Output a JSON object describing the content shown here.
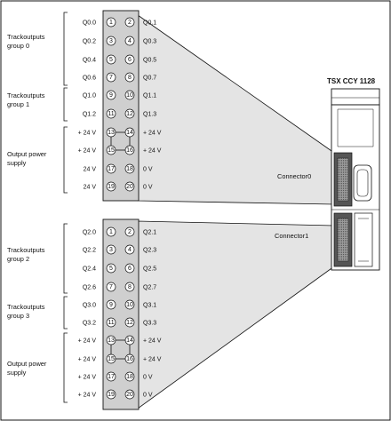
{
  "module_title": "TSX CCY 1128",
  "connector_labels": [
    "Connector0",
    "Connector1"
  ],
  "connector0": {
    "groups": [
      {
        "label_lines": [
          "Trackoutputs",
          "group 0"
        ]
      },
      {
        "label_lines": [
          "Trackoutputs",
          "group 1"
        ]
      },
      {
        "label_lines": [
          "Output power",
          "supply"
        ]
      }
    ],
    "rows": [
      {
        "left": "Q0.0",
        "pins": [
          "1",
          "2"
        ],
        "right": "Q0.1"
      },
      {
        "left": "Q0.2",
        "pins": [
          "3",
          "4"
        ],
        "right": "Q0.3"
      },
      {
        "left": "Q0.4",
        "pins": [
          "5",
          "6"
        ],
        "right": "Q0.5"
      },
      {
        "left": "Q0.6",
        "pins": [
          "7",
          "8"
        ],
        "right": "Q0.7"
      },
      {
        "left": "Q1.0",
        "pins": [
          "9",
          "10"
        ],
        "right": "Q1.1"
      },
      {
        "left": "Q1.2",
        "pins": [
          "11",
          "12"
        ],
        "right": "Q1.3"
      },
      {
        "left": "+ 24 V",
        "pins": [
          "13",
          "14"
        ],
        "right": "+ 24 V"
      },
      {
        "left": "+ 24 V",
        "pins": [
          "15",
          "16"
        ],
        "right": "+ 24 V"
      },
      {
        "left": "24 V",
        "pins": [
          "17",
          "18"
        ],
        "right": "0 V"
      },
      {
        "left": "24 V",
        "pins": [
          "19",
          "20"
        ],
        "right": "0 V"
      }
    ]
  },
  "connector1": {
    "groups": [
      {
        "label_lines": [
          "Trackoutputs",
          "group 2"
        ]
      },
      {
        "label_lines": [
          "Trackoutputs",
          "group 3"
        ]
      },
      {
        "label_lines": [
          "Output power",
          "supply"
        ]
      }
    ],
    "rows": [
      {
        "left": "Q2.0",
        "pins": [
          "1",
          "2"
        ],
        "right": "Q2.1"
      },
      {
        "left": "Q2.2",
        "pins": [
          "3",
          "4"
        ],
        "right": "Q2.3"
      },
      {
        "left": "Q2.4",
        "pins": [
          "5",
          "6"
        ],
        "right": "Q2.5"
      },
      {
        "left": "Q2.6",
        "pins": [
          "7",
          "8"
        ],
        "right": "Q2.7"
      },
      {
        "left": "Q3.0",
        "pins": [
          "9",
          "10"
        ],
        "right": "Q3.1"
      },
      {
        "left": "Q3.2",
        "pins": [
          "11",
          "12"
        ],
        "right": "Q3.3"
      },
      {
        "left": "+ 24 V",
        "pins": [
          "13",
          "14"
        ],
        "right": "+ 24 V"
      },
      {
        "left": "+ 24 V",
        "pins": [
          "15",
          "16"
        ],
        "right": "+ 24 V"
      },
      {
        "left": "+ 24 V",
        "pins": [
          "17",
          "18"
        ],
        "right": "0 V"
      },
      {
        "left": "+ 24 V",
        "pins": [
          "19",
          "20"
        ],
        "right": "0 V"
      }
    ]
  },
  "colors": {
    "connector_fill": "#cfcfcf",
    "beam_fill": "#e4e4e4",
    "port_dark": "#555555",
    "line": "#111111"
  }
}
